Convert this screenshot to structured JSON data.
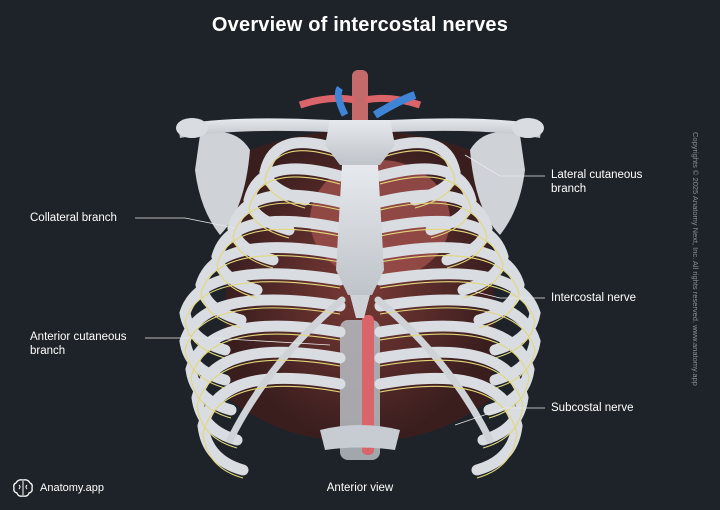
{
  "title": "Overview of intercostal nerves",
  "view_caption": "Anterior view",
  "brand": {
    "name": "Anatomy.app",
    "icon": "brain-icon"
  },
  "copyright": "Copyrights © 2025 Anatomy Next, Inc. All rights reserved. www.anatomy.app",
  "labels": {
    "lateral_cutaneous_line1": "Lateral cutaneous",
    "lateral_cutaneous_line2": "branch",
    "collateral_branch": "Collateral branch",
    "intercostal_nerve": "Intercostal nerve",
    "anterior_cutaneous_line1": "Anterior cutaneous",
    "anterior_cutaneous_line2": "branch",
    "subcostal_nerve": "Subcostal nerve"
  },
  "colors": {
    "background": "#1e2329",
    "bone": "#d9dde2",
    "nerve": "#e2d77a",
    "artery": "#d9646a",
    "vein": "#3f84d6",
    "muscle": "#8a3f3a"
  }
}
